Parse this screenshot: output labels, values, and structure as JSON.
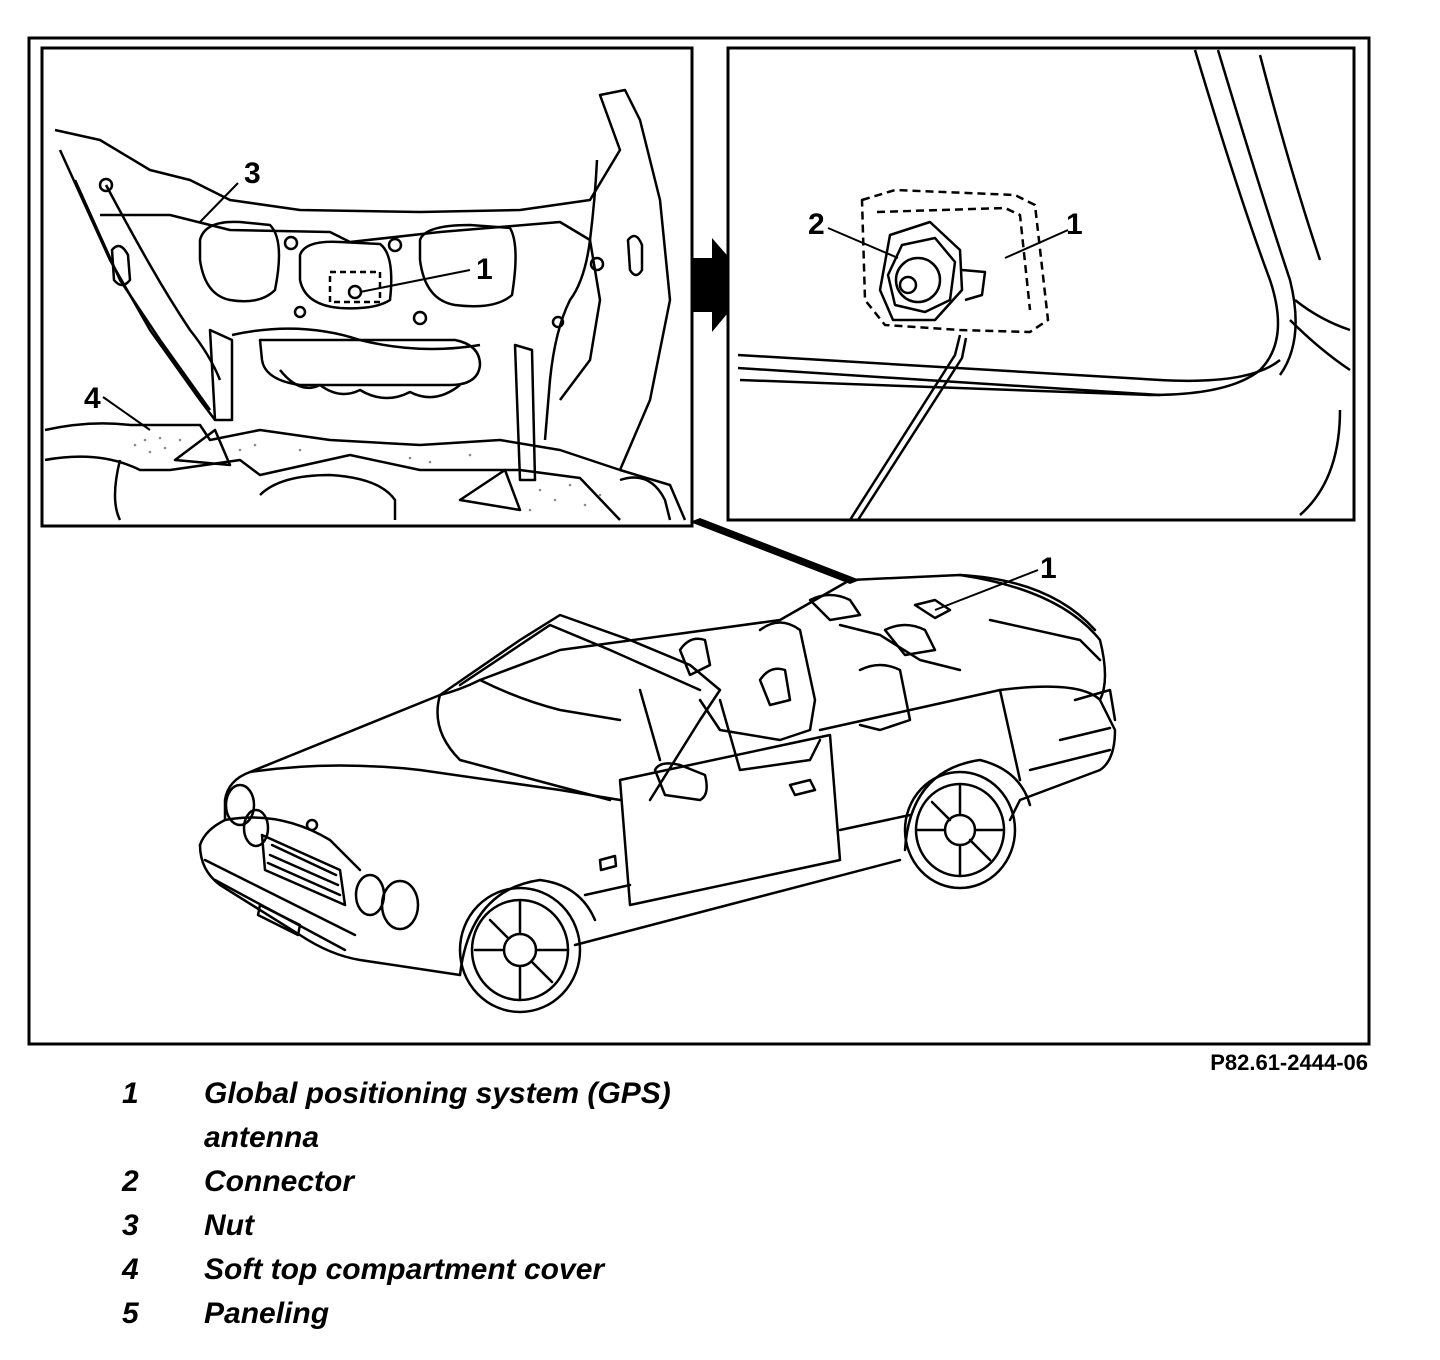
{
  "figure_code": "P82.61-2444-06",
  "callouts": {
    "left_1": "1",
    "left_3": "3",
    "left_4": "4",
    "right_1": "1",
    "right_2": "2",
    "car_1": "1"
  },
  "legend": [
    {
      "num": "1",
      "text": "Global positioning system (GPS) antenna"
    },
    {
      "num": "2",
      "text": "Connector"
    },
    {
      "num": "3",
      "text": "Nut"
    },
    {
      "num": "4",
      "text": "Soft top compartment cover"
    },
    {
      "num": "5",
      "text": "Paneling"
    }
  ]
}
